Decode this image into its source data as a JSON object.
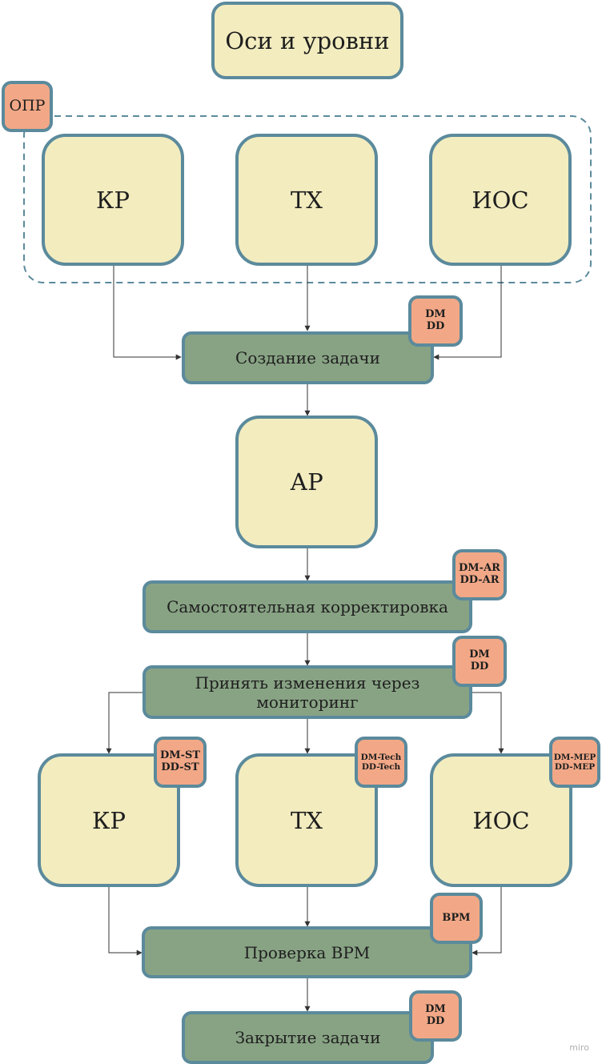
{
  "title": "Оси и уровни",
  "group_tag": "ОПР",
  "top_row": [
    "КР",
    "ТХ",
    "ИОС"
  ],
  "task_create": {
    "label": "Создание задачи",
    "tag": [
      "DM",
      "DD"
    ]
  },
  "ar": "АР",
  "self_correct": {
    "label": "Самостоятельная корректировка",
    "tag": [
      "DM-AR",
      "DD-AR"
    ]
  },
  "accept": {
    "label": "Принять изменения через мониторинг",
    "tag": [
      "DM",
      "DD"
    ]
  },
  "bottom_row": [
    {
      "label": "КР",
      "tag": [
        "DM-ST",
        "DD-ST"
      ]
    },
    {
      "label": "ТХ",
      "tag": [
        "DM-Tech",
        "DD-Tech"
      ]
    },
    {
      "label": "ИОС",
      "tag": [
        "DM-MEP",
        "DD-MEP"
      ]
    }
  ],
  "bpm_check": {
    "label": "Проверка BPM",
    "tag": [
      "BPM"
    ]
  },
  "task_close": {
    "label": "Закрытие задачи",
    "tag": [
      "DM",
      "DD"
    ]
  },
  "watermark": "miro",
  "colors": {
    "box_fill": "#f2ecbf",
    "process_fill": "#88a384",
    "tag_fill": "#f2a887",
    "border": "#5b8a9c",
    "line": "#333333"
  }
}
